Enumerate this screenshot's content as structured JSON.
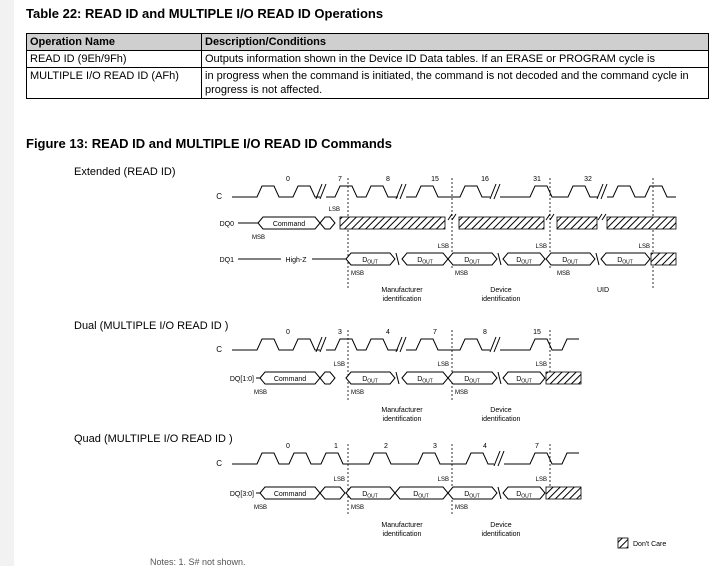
{
  "table": {
    "title": "Table 22: READ ID and MULTIPLE I/O READ ID Operations",
    "headers": [
      "Operation Name",
      "Description/Conditions"
    ],
    "rows": [
      {
        "name": "READ ID (9Eh/9Fh)",
        "desc": "Outputs information shown in the Device ID Data tables. If an ERASE or PROGRAM cycle is"
      },
      {
        "name": "MULTIPLE I/O READ ID (AFh)",
        "desc": "in progress when the command is initiated, the command is not decoded and the command cycle in progress is not affected."
      }
    ]
  },
  "figure": {
    "title": "Figure 13: READ ID and MULTIPLE I/O READ ID Commands",
    "sections": {
      "extended": {
        "label": "Extended (READ ID)",
        "clock_label": "C",
        "ticks": [
          "0",
          "7",
          "8",
          "15",
          "16",
          "31",
          "32"
        ],
        "dq0_label": "DQ0",
        "dq1_label": "DQ1",
        "command": "Command",
        "msb": "MSB",
        "lsb": "LSB",
        "highz": "High-Z",
        "dout": "D",
        "dout_sub": "OUT",
        "mfr": [
          "Manufacturer",
          "identification"
        ],
        "dev": [
          "Device",
          "identification"
        ],
        "uid": "UID"
      },
      "dual": {
        "label": "Dual (MULTIPLE I/O READ ID )",
        "clock_label": "C",
        "ticks": [
          "0",
          "3",
          "4",
          "7",
          "8",
          "15"
        ],
        "dq_label": "DQ[1:0]",
        "command": "Command",
        "msb": "MSB",
        "lsb": "LSB",
        "dout": "D",
        "dout_sub": "OUT",
        "mfr": [
          "Manufacturer",
          "identification"
        ],
        "dev": [
          "Device",
          "identification"
        ]
      },
      "quad": {
        "label": "Quad (MULTIPLE I/O READ ID )",
        "clock_label": "C",
        "ticks": [
          "0",
          "1",
          "2",
          "3",
          "4",
          "7"
        ],
        "dq_label": "DQ[3:0]",
        "command": "Command",
        "msb": "MSB",
        "lsb": "LSB",
        "dout": "D",
        "dout_sub": "OUT",
        "mfr": [
          "Manufacturer",
          "identification"
        ],
        "dev": [
          "Device",
          "identification"
        ]
      }
    },
    "legend": "Don't Care"
  },
  "notes": "Notes:  1. S# not shown."
}
